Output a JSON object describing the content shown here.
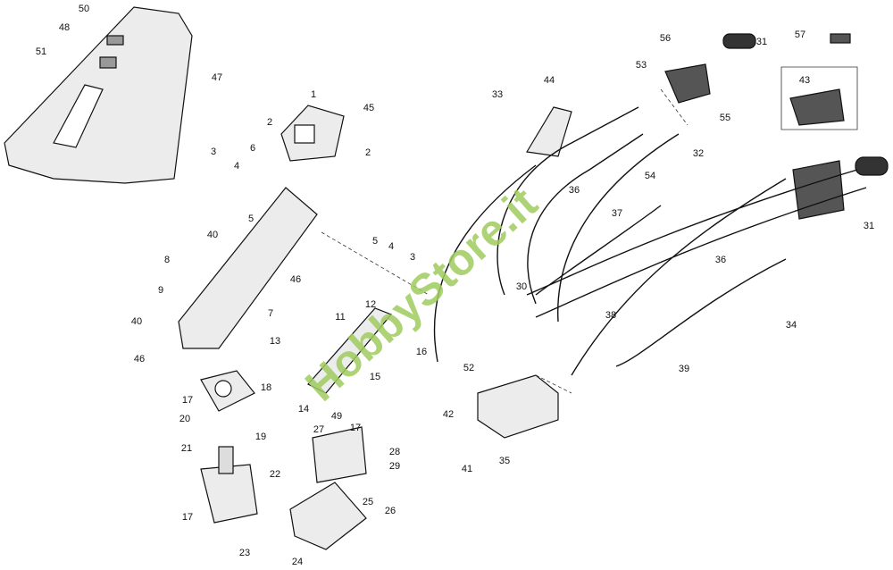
{
  "diagram": {
    "title": "Handlebar and controls exploded parts diagram",
    "watermark": "HobbyStore.it",
    "colors": {
      "line": "#111111",
      "part_fill": "#e6e6e6",
      "part_dark": "#444444",
      "watermark": "#9fcc5f"
    },
    "part_labels": [
      "50",
      "48",
      "51",
      "47",
      "1",
      "45",
      "2",
      "2",
      "3",
      "4",
      "6",
      "5",
      "40",
      "8",
      "9",
      "40",
      "46",
      "7",
      "46",
      "5",
      "4",
      "3",
      "11",
      "12",
      "16",
      "15",
      "13",
      "14",
      "49",
      "17",
      "18",
      "17",
      "20",
      "19",
      "21",
      "27",
      "28",
      "29",
      "22",
      "17",
      "23",
      "24",
      "25",
      "26",
      "33",
      "44",
      "36",
      "30",
      "52",
      "42",
      "41",
      "35",
      "56",
      "31",
      "53",
      "55",
      "54",
      "37",
      "32",
      "36",
      "38",
      "39",
      "57",
      "43",
      "31",
      "34"
    ]
  }
}
